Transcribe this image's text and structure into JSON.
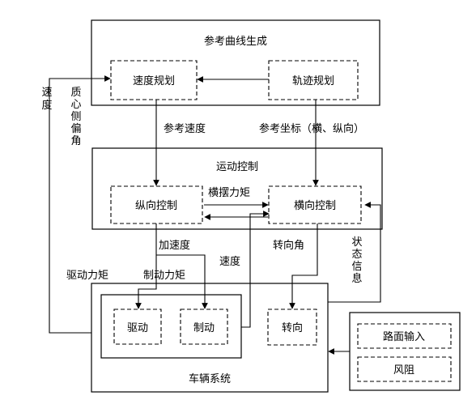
{
  "blocks": {
    "reference": "参考曲线生成",
    "motion": "运动控制",
    "vehicle": "车辆系统"
  },
  "modules": {
    "speed_planning": "速度规划",
    "trajectory_planning": "轨迹规划",
    "longitudinal_control": "纵向控制",
    "lateral_control": "横向控制",
    "drive": "驱动",
    "brake": "制动",
    "steering": "转向",
    "road_input": "路面输入",
    "wind_resistance": "风阻"
  },
  "signals": {
    "ref_speed": "参考速度",
    "ref_coords": "参考坐标（横、纵向）",
    "yaw_moment": "横摆力矩",
    "acceleration": "加速度",
    "steering_angle": "转向角",
    "speed_mid": "速度",
    "drive_torque": "驱动力矩",
    "brake_torque": "制动力矩",
    "speed_left": "速度",
    "sideslip_angle": "质心侧偏角",
    "state_info": "状态信息"
  }
}
